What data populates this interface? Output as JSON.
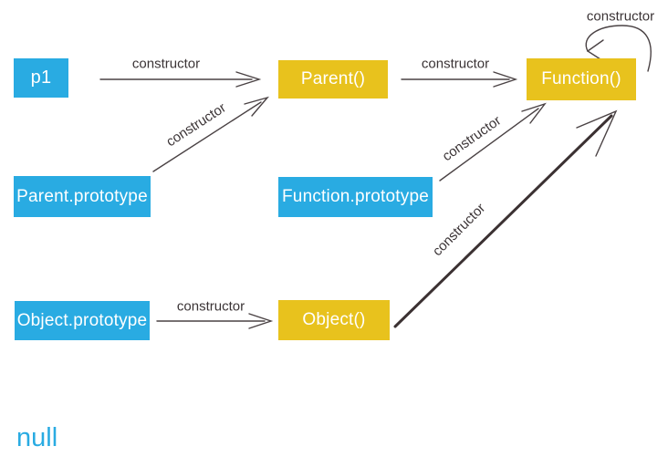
{
  "diagram": {
    "title_hint": "JavaScript prototype chain constructor diagram",
    "colors": {
      "instance_box": "#29ABE2",
      "function_box": "#E8C21D",
      "arrow": "#4A4244",
      "thick_arrow": "#3B3132",
      "label_text": "#3B3436",
      "null_text": "#29ABE2",
      "background": "#FFFFFF",
      "box_text": "#FFFFFF"
    },
    "nodes": [
      {
        "id": "p1",
        "label": "p1",
        "type": "instance"
      },
      {
        "id": "parent-fn",
        "label": "Parent()",
        "type": "function"
      },
      {
        "id": "function-fn",
        "label": "Function()",
        "type": "function"
      },
      {
        "id": "parent-prototype",
        "label": "Parent.prototype",
        "type": "instance"
      },
      {
        "id": "function-prototype",
        "label": "Function.prototype",
        "type": "instance"
      },
      {
        "id": "object-prototype",
        "label": "Object.prototype",
        "type": "instance"
      },
      {
        "id": "object-fn",
        "label": "Object()",
        "type": "function"
      }
    ],
    "edges": [
      {
        "from": "p1",
        "to": "parent-fn",
        "label": "constructor"
      },
      {
        "from": "parent-prototype",
        "to": "parent-fn",
        "label": "constructor"
      },
      {
        "from": "parent-fn",
        "to": "function-fn",
        "label": "constructor"
      },
      {
        "from": "function-prototype",
        "to": "function-fn",
        "label": "constructor"
      },
      {
        "from": "object-prototype",
        "to": "object-fn",
        "label": "constructor"
      },
      {
        "from": "object-fn",
        "to": "function-fn",
        "label": "constructor"
      },
      {
        "from": "function-fn",
        "to": "function-fn",
        "label": "constructor"
      }
    ],
    "null_label": "null"
  }
}
